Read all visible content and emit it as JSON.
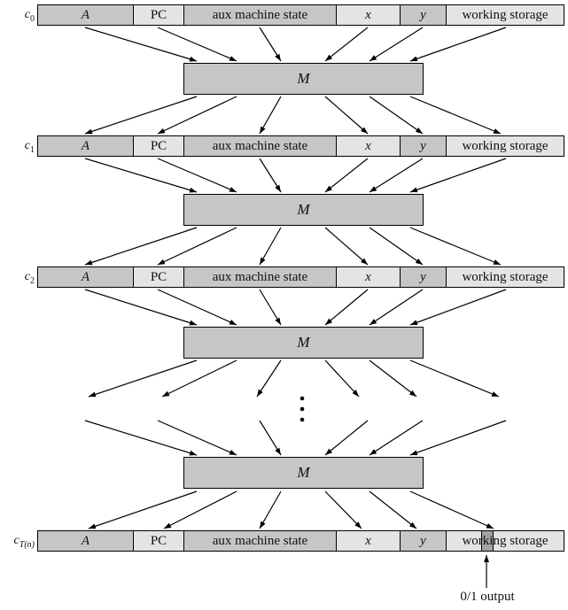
{
  "figure": {
    "rows": [
      {
        "base": "c",
        "sub": "0"
      },
      {
        "base": "c",
        "sub": "1"
      },
      {
        "base": "c",
        "sub": "2"
      },
      {
        "base": "c",
        "sub": "T(n)"
      }
    ],
    "segments": [
      {
        "label": "A"
      },
      {
        "label": "PC"
      },
      {
        "label": "aux machine state"
      },
      {
        "label": "x"
      },
      {
        "label": "y"
      },
      {
        "label": "working storage"
      }
    ],
    "machine_label": "M",
    "output_label": "0/1 output",
    "colors": {
      "dark": "#c6c6c6",
      "light": "#e4e4e4",
      "output_cell": "#a3a3a3"
    }
  }
}
